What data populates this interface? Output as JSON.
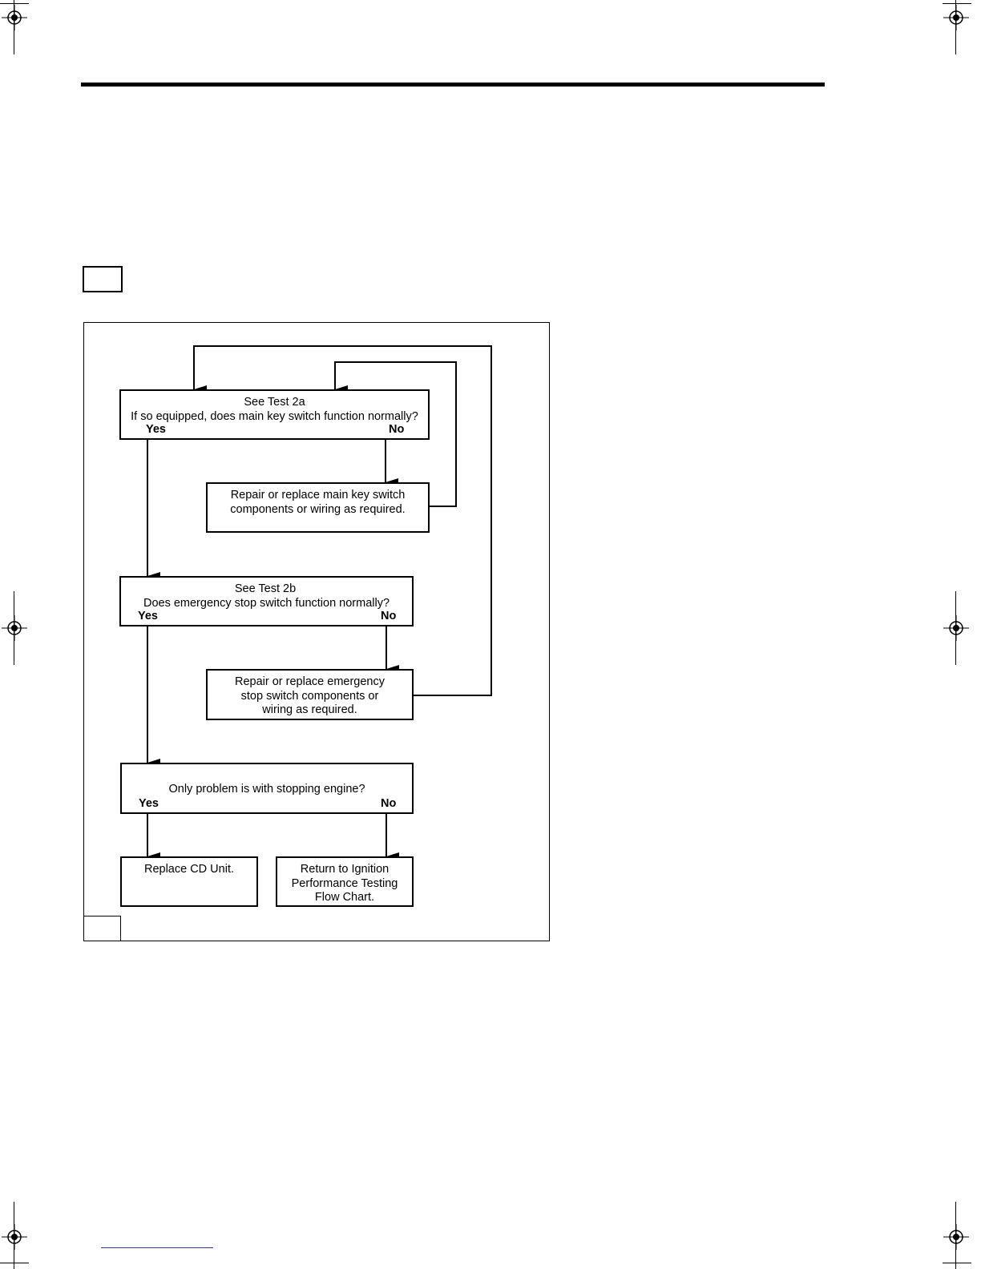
{
  "flowchart": {
    "test2a": {
      "title": "See Test 2a",
      "question": "If so equipped, does main key switch function normally?",
      "yes": "Yes",
      "no": "No"
    },
    "repair_key": {
      "line1": "Repair or replace main key switch",
      "line2": "components or wiring as required."
    },
    "test2b": {
      "title": "See Test 2b",
      "question": "Does emergency stop switch function normally?",
      "yes": "Yes",
      "no": "No"
    },
    "repair_stop": {
      "line1": "Repair or replace emergency",
      "line2": "stop switch components or",
      "line3": "wiring as required."
    },
    "stopping": {
      "question": "Only problem is with stopping engine?",
      "yes": "Yes",
      "no": "No"
    },
    "replace_cd": {
      "line1": "Replace CD Unit."
    },
    "return_flow": {
      "line1": "Return to Ignition",
      "line2": "Performance Testing",
      "line3": "Flow Chart."
    }
  }
}
